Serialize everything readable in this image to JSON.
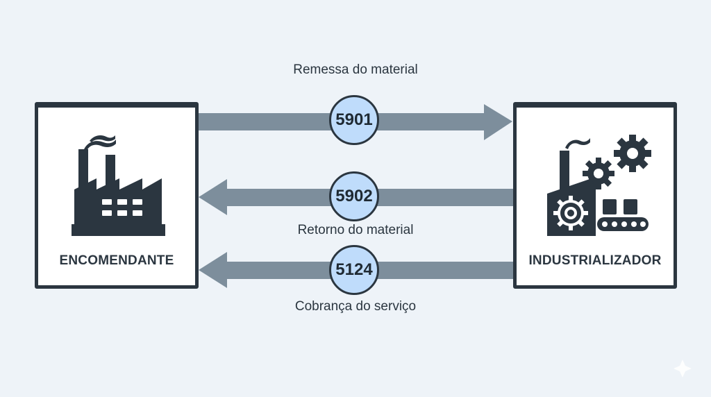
{
  "colors": {
    "background": "#eef3f8",
    "box_border": "#2b3640",
    "arrow": "#7d8e9c",
    "code_fill": "#bfdcfb",
    "icon": "#2b3640"
  },
  "parties": {
    "left": {
      "label": "ENCOMENDANTE",
      "icon": "factory-icon"
    },
    "right": {
      "label": "INDUSTRIALIZADOR",
      "icon": "factory-gears-conveyor-icon"
    }
  },
  "flows": [
    {
      "code": "5901",
      "caption": "Remessa do material",
      "direction": "left-to-right"
    },
    {
      "code": "5902",
      "caption": "Retorno do material",
      "direction": "right-to-left"
    },
    {
      "code": "5124",
      "caption": "Cobrança do serviço",
      "direction": "right-to-left"
    }
  ]
}
